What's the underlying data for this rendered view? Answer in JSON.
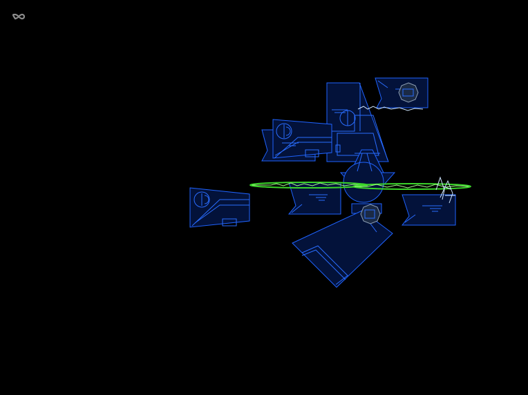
{
  "hud": {
    "lives_icon": "infinity-icon",
    "lives_value": "∞"
  },
  "colors": {
    "background": "#000000",
    "panel_fill": "#03123a",
    "panel_stroke": "#1f63ff",
    "laser": "#3bd62a",
    "spark": "#cfe6ff",
    "hud_icon": "#8c8c8c"
  },
  "scene": {
    "objects": [
      "detached-wing-panel",
      "central-hull-block",
      "left-cannon-module",
      "center-cannon-module",
      "right-cannon-module",
      "top-right-cannon-module",
      "cockpit-pod",
      "lower-hull-slab",
      "laser-beam-left",
      "laser-beam-right",
      "space-mine-top",
      "space-mine-bottom",
      "enemy-fighter-wireframe"
    ]
  }
}
